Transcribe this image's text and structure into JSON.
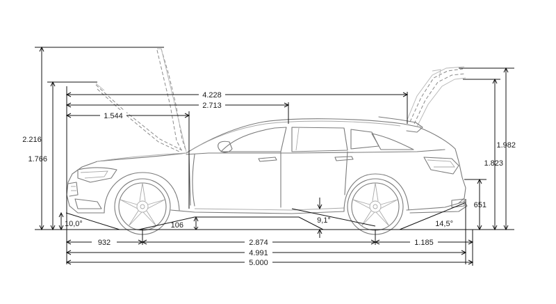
{
  "diagram": {
    "labels": {
      "overall_height_open_front": "2.216",
      "height_open_bonnet": "1.766",
      "length_hood_to_hatch": "4.228",
      "length_hood_to_roof": "2.713",
      "length_front_to_pillar": "1.544",
      "height_open_tailgate": "1.982",
      "height_roof": "1.823",
      "rear_bumper_height": "651",
      "ground_clearance": "106",
      "approach_angle": "10,0°",
      "breakover_angle": "9,1°",
      "departure_angle": "14,5°",
      "front_overhang": "932",
      "wheelbase": "2.874",
      "rear_overhang": "1.185",
      "overall_length": "4.991",
      "length_total": "5.000"
    }
  }
}
